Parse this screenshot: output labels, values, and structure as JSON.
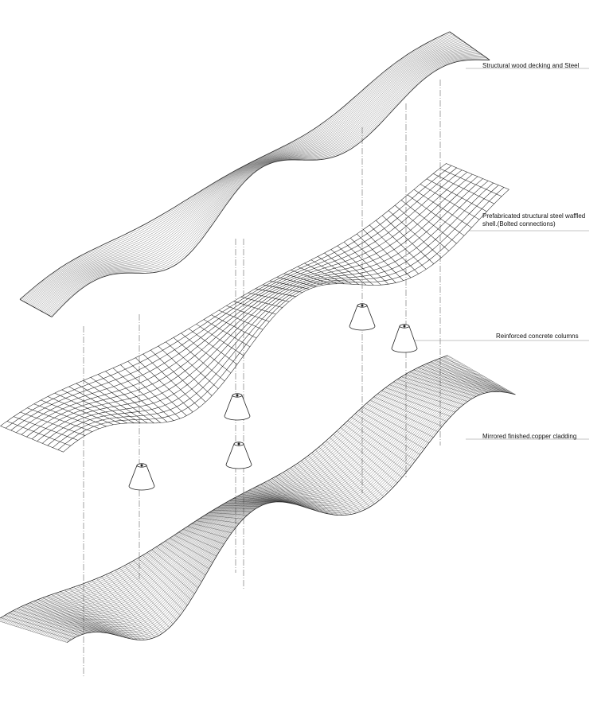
{
  "labels": {
    "deck": "Structural wood decking and Steel",
    "shell": "Prefabricated structural steel waffled shell.(Bolted connections)",
    "columns": "Reinforced concrete columns",
    "cladding": "Mirrored finished.copper cladding"
  },
  "colors": {
    "ink": "#111111",
    "line": "#333333",
    "leader": "#777777"
  }
}
